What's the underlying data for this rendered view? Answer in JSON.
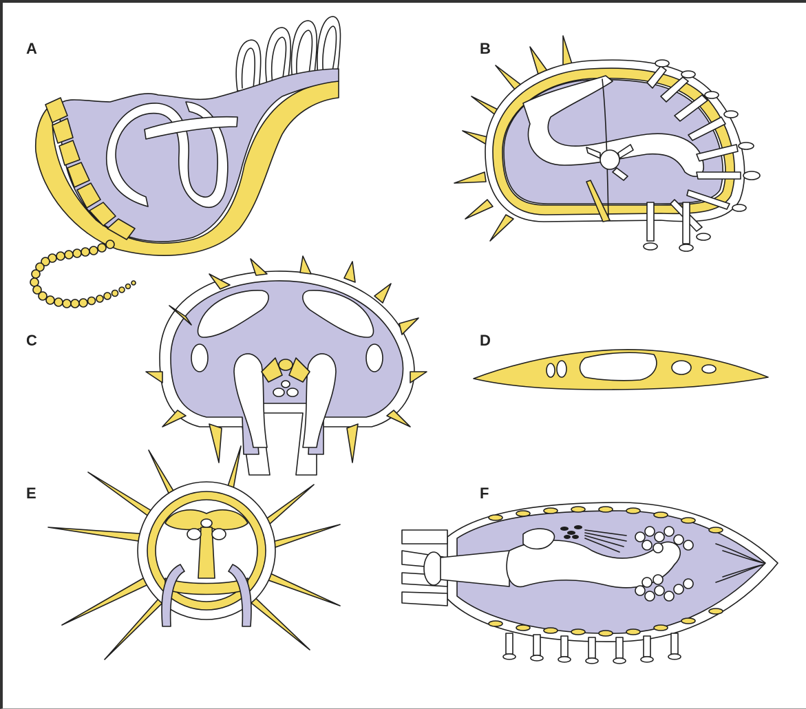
{
  "colors": {
    "cavity": "#c5c2e1",
    "skeleton": "#f4dc62",
    "outline": "#1e1e1e",
    "background": "#ffffff"
  },
  "panels": [
    {
      "label": "A"
    },
    {
      "label": "B"
    },
    {
      "label": "C"
    },
    {
      "label": "D"
    },
    {
      "label": "E"
    },
    {
      "label": "F"
    }
  ]
}
